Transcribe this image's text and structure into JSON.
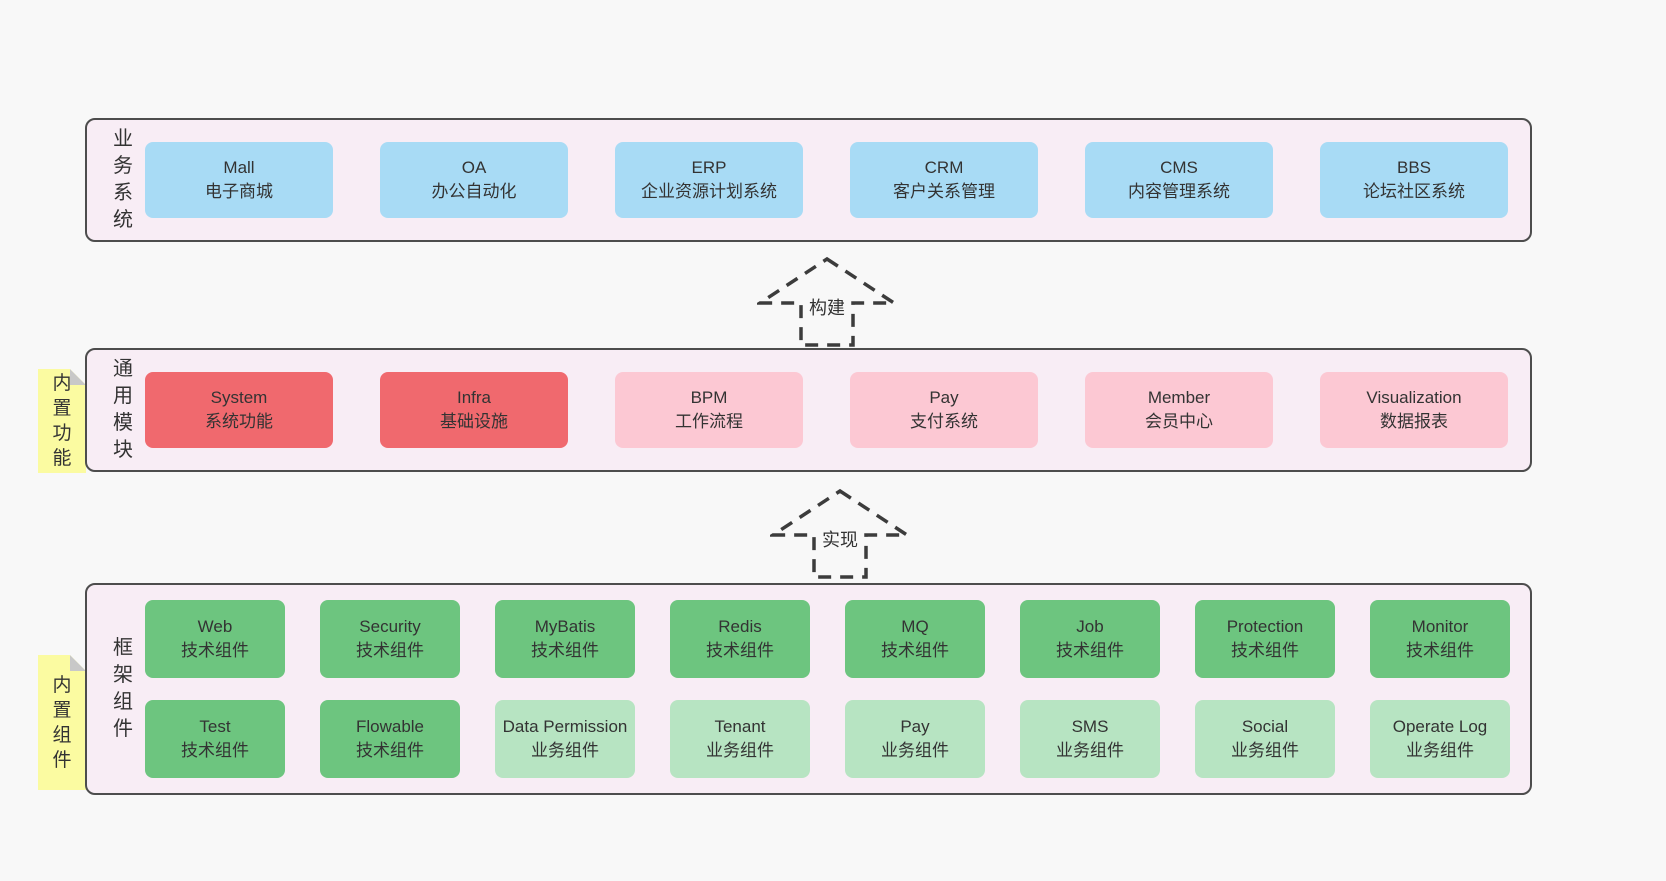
{
  "colors": {
    "page_bg": "#f8f8f8",
    "panel_bg": "#f8edf5",
    "panel_border": "#4d4d4d",
    "blue": "#a8dbf5",
    "red": "#f0696e",
    "pink": "#fcc8d3",
    "green": "#6dc57f",
    "green_light": "#b7e4c2",
    "note_yellow": "#fbfba1",
    "note_fold_gray": "#c8c8c8",
    "arrow_stroke": "#3c3c3c",
    "text": "#333333"
  },
  "layers": {
    "business": {
      "label": "业务系统",
      "boxes": [
        {
          "title": "Mall",
          "subtitle": "电子商城",
          "variant": "blue"
        },
        {
          "title": "OA",
          "subtitle": "办公自动化",
          "variant": "blue"
        },
        {
          "title": "ERP",
          "subtitle": "企业资源计划系统",
          "variant": "blue"
        },
        {
          "title": "CRM",
          "subtitle": "客户关系管理",
          "variant": "blue"
        },
        {
          "title": "CMS",
          "subtitle": "内容管理系统",
          "variant": "blue"
        },
        {
          "title": "BBS",
          "subtitle": "论坛社区系统",
          "variant": "blue"
        }
      ]
    },
    "modules": {
      "label": "通用模块",
      "note": "内置功能",
      "boxes": [
        {
          "title": "System",
          "subtitle": "系统功能",
          "variant": "red"
        },
        {
          "title": "Infra",
          "subtitle": "基础设施",
          "variant": "red"
        },
        {
          "title": "BPM",
          "subtitle": "工作流程",
          "variant": "pink"
        },
        {
          "title": "Pay",
          "subtitle": "支付系统",
          "variant": "pink"
        },
        {
          "title": "Member",
          "subtitle": "会员中心",
          "variant": "pink"
        },
        {
          "title": "Visualization",
          "subtitle": "数据报表",
          "variant": "pink"
        }
      ]
    },
    "components": {
      "label": "框架组件",
      "note": "内置组件",
      "row1": [
        {
          "title": "Web",
          "subtitle": "技术组件",
          "variant": "green"
        },
        {
          "title": "Security",
          "subtitle": "技术组件",
          "variant": "green"
        },
        {
          "title": "MyBatis",
          "subtitle": "技术组件",
          "variant": "green"
        },
        {
          "title": "Redis",
          "subtitle": "技术组件",
          "variant": "green"
        },
        {
          "title": "MQ",
          "subtitle": "技术组件",
          "variant": "green"
        },
        {
          "title": "Job",
          "subtitle": "技术组件",
          "variant": "green"
        },
        {
          "title": "Protection",
          "subtitle": "技术组件",
          "variant": "green"
        },
        {
          "title": "Monitor",
          "subtitle": "技术组件",
          "variant": "green"
        }
      ],
      "row2": [
        {
          "title": "Test",
          "subtitle": "技术组件",
          "variant": "green"
        },
        {
          "title": "Flowable",
          "subtitle": "技术组件",
          "variant": "green"
        },
        {
          "title": "Data Permission",
          "subtitle": "业务组件",
          "variant": "green-light"
        },
        {
          "title": "Tenant",
          "subtitle": "业务组件",
          "variant": "green-light"
        },
        {
          "title": "Pay",
          "subtitle": "业务组件",
          "variant": "green-light"
        },
        {
          "title": "SMS",
          "subtitle": "业务组件",
          "variant": "green-light"
        },
        {
          "title": "Social",
          "subtitle": "业务组件",
          "variant": "green-light"
        },
        {
          "title": "Operate Log",
          "subtitle": "业务组件",
          "variant": "green-light"
        }
      ]
    }
  },
  "arrows": [
    {
      "label": "构建"
    },
    {
      "label": "实现"
    }
  ]
}
